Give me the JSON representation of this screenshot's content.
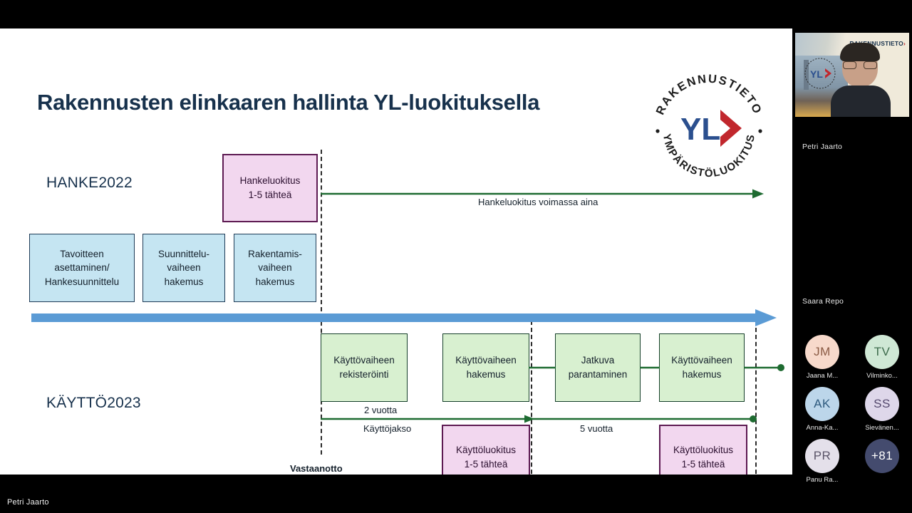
{
  "slide": {
    "title": "Rakennusten elinkaaren hallinta YL-luokituksella",
    "logo": {
      "top_arc": "RAKENNUSTIETO",
      "bottom_arc": "YMPÄRISTÖLUOKITUS",
      "center": "YL",
      "center_color": "#2b4f8e",
      "chevron_color": "#c1272d"
    },
    "lanes": {
      "top_label": "HANKE2022",
      "bottom_label": "KÄYTTÖ2023"
    },
    "boxes": {
      "hankeluokitus": "Hankeluokitus\n1-5 tähteä",
      "tavoitteen": "Tavoitteen\nasettaminen/\nHankesuunnittelu",
      "suunnittelu": "Suunnittelu-\nvaiheen\nhakemus",
      "rakentamis": "Rakentamis-\nvaiheen\nhakemus",
      "rekisterointi": "Käyttövaiheen\nrekisteröinti",
      "kaytto_hakemus_1": "Käyttövaiheen\nhakemus",
      "jatkuva": "Jatkuva\nparantaminen",
      "kaytto_hakemus_2": "Käyttövaiheen\nhakemus",
      "kayttoluokitus_1": "Käyttöluokitus\n1-5 tähteä",
      "kayttoluokitus_2": "Käyttöluokitus\n1-5 tähteä"
    },
    "captions": {
      "hanke_arrow": "Hankeluokitus voimassa aina",
      "two_years": "2 vuotta",
      "usage_period": "Käyttöjakso",
      "five_years": "5 vuotta",
      "handover": "Vastaanotto"
    },
    "colors": {
      "pink_fill": "#f2d7ef",
      "pink_border": "#5d1a52",
      "blue_fill": "#c5e5f2",
      "blue_border": "#1f3b57",
      "green_fill": "#d8f0d0",
      "green_border": "#16402a",
      "timeline_blue": "#5b9bd5",
      "arrow_green": "#1e6b31",
      "title_navy": "#17314c"
    }
  },
  "conference": {
    "active_speaker": {
      "name": "Petri Jaarto",
      "background_brand": "RAKENNUSTIETO",
      "background_brand_chevron": "›",
      "background_logo": "YL"
    },
    "second_participant": {
      "name": "Saara Repo"
    },
    "participants": [
      {
        "initials": "JM",
        "label": "Jaana M...",
        "bg": "#f7d9cb",
        "fg": "#8a5a44"
      },
      {
        "initials": "TV",
        "label": "Vilminko...",
        "bg": "#cfe8d5",
        "fg": "#3d6b4c"
      },
      {
        "initials": "AK",
        "label": "Anna-Ka...",
        "bg": "#bcd6ea",
        "fg": "#2e5a7e"
      },
      {
        "initials": "SS",
        "label": "Sievänen...",
        "bg": "#ded7ea",
        "fg": "#54496e"
      },
      {
        "initials": "PR",
        "label": "Panu Ra...",
        "bg": "#e4e0ea",
        "fg": "#5a5468"
      },
      {
        "initials": "+81",
        "label": "",
        "bg": "#444b6e",
        "fg": "#ffffff"
      }
    ],
    "self_name": "Petri Jaarto"
  }
}
